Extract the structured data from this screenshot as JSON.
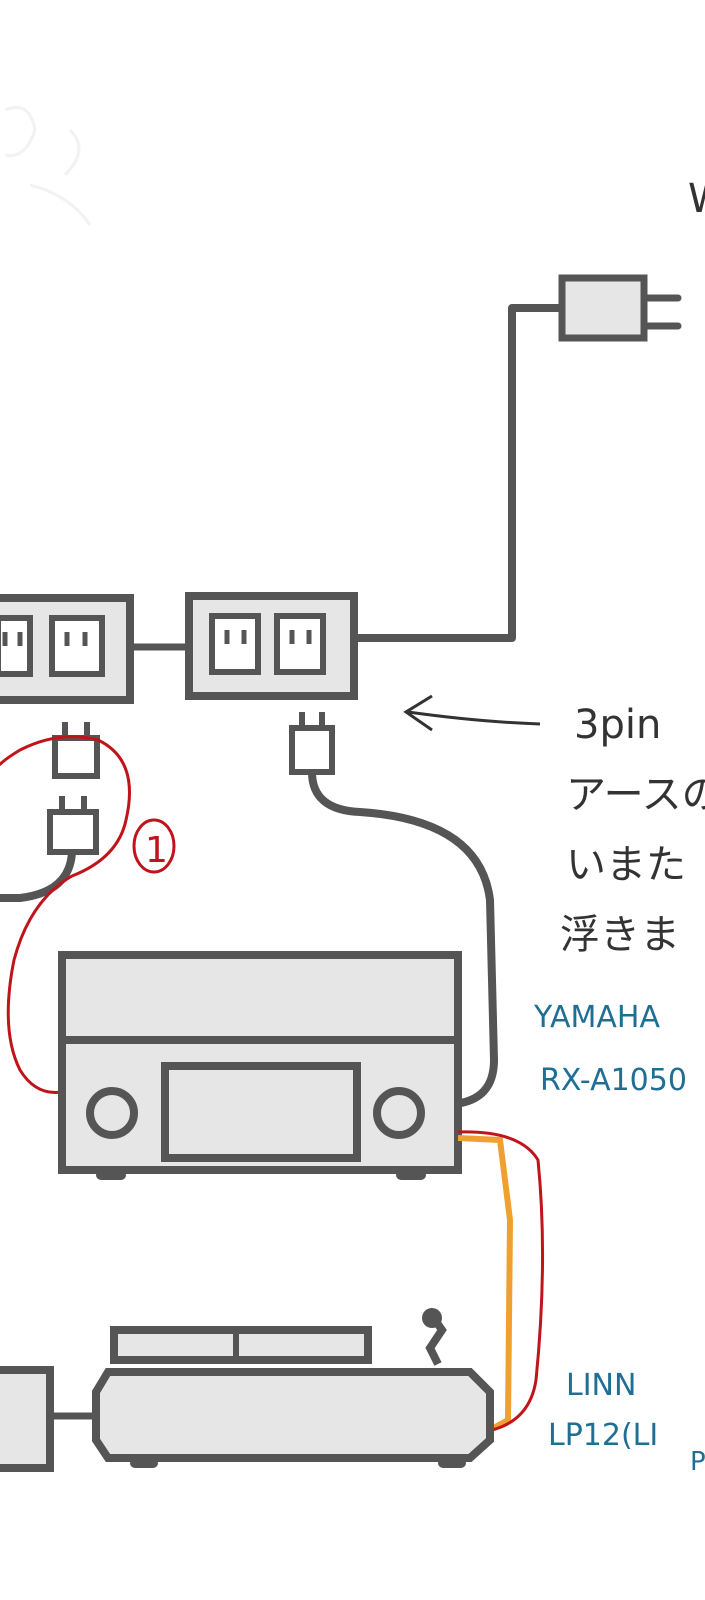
{
  "notes": {
    "top_right": "W",
    "arrow_note": [
      "3pin",
      "アースの",
      "いまた",
      "浮きま"
    ],
    "marker": "1"
  },
  "labels": {
    "receiver": [
      "YAMAHA",
      "RX-A1050"
    ],
    "turntable": [
      "LINN",
      "LP12(LI",
      "P"
    ]
  },
  "colors": {
    "device_stroke": "#555555",
    "device_fill": "#e6e6e6",
    "cable": "#555555",
    "ground_wire": "#c0141b",
    "signal_cable": "#f0a030",
    "label_text": "#1f6e93",
    "note_text": "#333333"
  },
  "icons": [
    "power-plug-icon",
    "power-outlet-icon",
    "arrow-left-icon",
    "receiver-icon",
    "turntable-icon"
  ]
}
